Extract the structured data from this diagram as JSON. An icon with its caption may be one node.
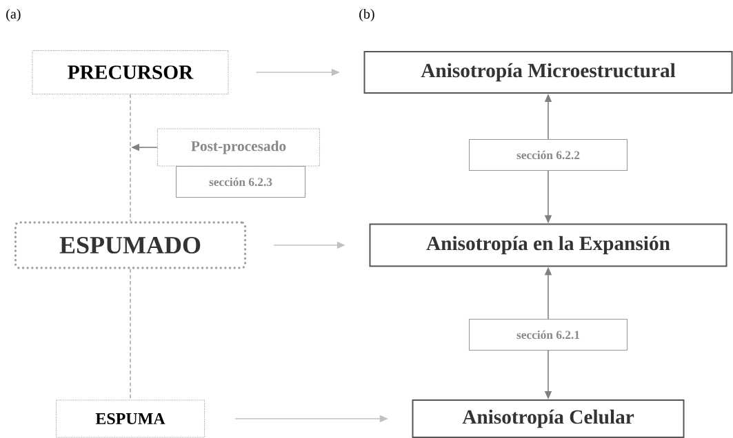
{
  "diagram": {
    "nodes": [
      {
        "text": [
          "PRECURSOR"
        ]
      },
      {
        "text": [
          "ESPUMADO"
        ]
      },
      {
        "text": [
          "ESPUMA"
        ]
      },
      {
        "text": [
          "Post-procesado"
        ]
      },
      {
        "text": [
          "sección 6.2.3"
        ]
      },
      {
        "text": [
          "Anisotropía Microestructural"
        ]
      },
      {
        "text": [
          "sección 6.2.2"
        ]
      },
      {
        "text": [
          "Anisotropía en la Expansión"
        ]
      },
      {
        "text": [
          "sección 6.2.1"
        ]
      },
      {
        "text": [
          "Anisotropía Celular"
        ]
      }
    ],
    "edges": [
      {
        "from": 0,
        "to": 5,
        "arrow": "to",
        "color": "#c0c0c0"
      },
      {
        "from": 1,
        "to": 7,
        "arrow": "to",
        "color": "#c0c0c0"
      },
      {
        "from": 2,
        "to": 9,
        "arrow": "to",
        "color": "#c0c0c0"
      },
      {
        "from": 0,
        "to": 1,
        "arrow": "none",
        "style": "dashed"
      },
      {
        "from": 1,
        "to": 2,
        "arrow": "none",
        "style": "dashed"
      },
      {
        "from": 3,
        "to": null,
        "arrow": "to"
      },
      {
        "from": 6,
        "to": 5,
        "arrow": "to"
      },
      {
        "from": 6,
        "to": 7,
        "arrow": "to"
      },
      {
        "from": 8,
        "to": 7,
        "arrow": "to"
      },
      {
        "from": 8,
        "to": 9,
        "arrow": "to"
      }
    ],
    "labels": [
      "(a)",
      "(b)"
    ]
  }
}
